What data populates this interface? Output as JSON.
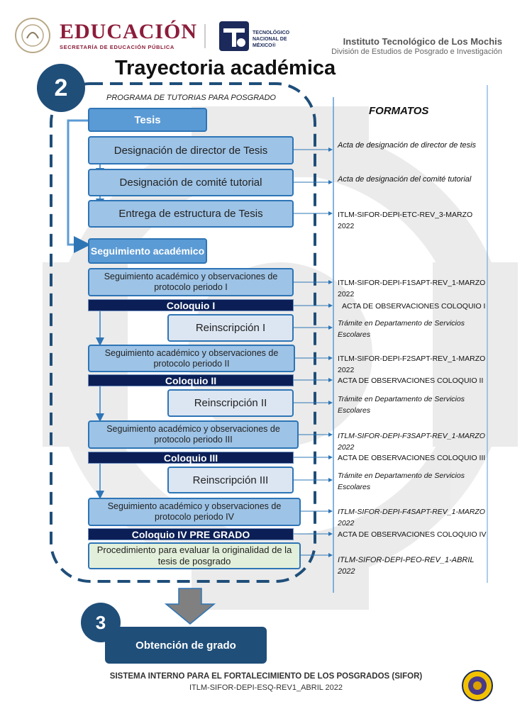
{
  "header": {
    "edu_word": "EDUCACIÓN",
    "edu_sub": "SECRETARÍA DE EDUCACIÓN PÚBLICA",
    "tec_text": "TECNOLÓGICO NACIONAL DE MÉXICO®",
    "institution": "Instituto Tecnológico de Los Mochis",
    "division": "División de Estudios de Posgrado e Investigación"
  },
  "title": "Trayectoria académica",
  "step2": "2",
  "program_label": "PROGRAMA DE TUTORIAS PARA POSGRADO",
  "formats_header": "FORMATOS",
  "boxes": {
    "tesis": "Tesis",
    "director": "Designación de director de Tesis",
    "comite": "Designación de comité tutorial",
    "estructura": "Entrega de estructura de Tesis",
    "seguimiento": "Seguimiento académico",
    "seg1": "Seguimiento académico y observaciones de protocolo periodo I",
    "coloquio1": "Coloquio I",
    "reins1": "Reinscripción I",
    "seg2": "Seguimiento académico y observaciones de protocolo periodo II",
    "coloquio2": "Coloquio II",
    "reins2": "Reinscripción II",
    "seg3": "Seguimiento académico y observaciones de protocolo periodo III",
    "coloquio3": "Coloquio III",
    "reins3": "Reinscripción III",
    "seg4": "Seguimiento académico y observaciones de protocolo periodo IV",
    "coloquio4": "Coloquio IV PRE GRADO",
    "originalidad": "Procedimiento para evaluar la originalidad de la tesis de posgrado"
  },
  "formats": {
    "director": "Acta de designación de director de tesis",
    "comite": "Acta de designación del comité tutorial",
    "estructura": "ITLM-SIFOR-DEPI-ETC-REV_3-MARZO 2022",
    "seg1": "ITLM-SIFOR-DEPI-F1SAPT-REV_1-MARZO 2022",
    "coloquio1": "ACTA DE OBSERVACIONES COLOQUIO I",
    "reins1": "Trámite en Departamento de Servicios Escolares",
    "seg2": "ITLM-SIFOR-DEPI-F2SAPT-REV_1-MARZO 2022",
    "coloquio2": "ACTA DE OBSERVACIONES COLOQUIO II",
    "reins2": "Trámite en Departamento de Servicios Escolares",
    "seg3": "ITLM-SIFOR-DEPI-F3SAPT-REV_1-MARZO 2022",
    "coloquio3": "ACTA DE OBSERVACIONES COLOQUIO III",
    "reins3": "Trámite en Departamento de Servicios Escolares",
    "seg4": "ITLM-SIFOR-DEPI-F4SAPT-REV_1-MARZO 2022",
    "coloquio4": "ACTA DE OBSERVACIONES COLOQUIO IV",
    "originalidad": "ITLM-SIFOR-DEPI-PEO-REV_1-ABRIL 2022"
  },
  "step3": "3",
  "grade": "Obtención de grado",
  "footer": {
    "title": "SISTEMA INTERNO PARA EL FORTALECIMIENTO DE LOS POSGRADOS (SIFOR)",
    "code": "ITLM-SIFOR-DEPI-ESQ-REV1_ABRIL 2022"
  },
  "colors": {
    "navy": "#0b1f56",
    "dark_blue": "#1f4e79",
    "mid_blue": "#5b9bd5",
    "light_blue": "#9dc3e6",
    "guinda": "#8c1d3a"
  }
}
